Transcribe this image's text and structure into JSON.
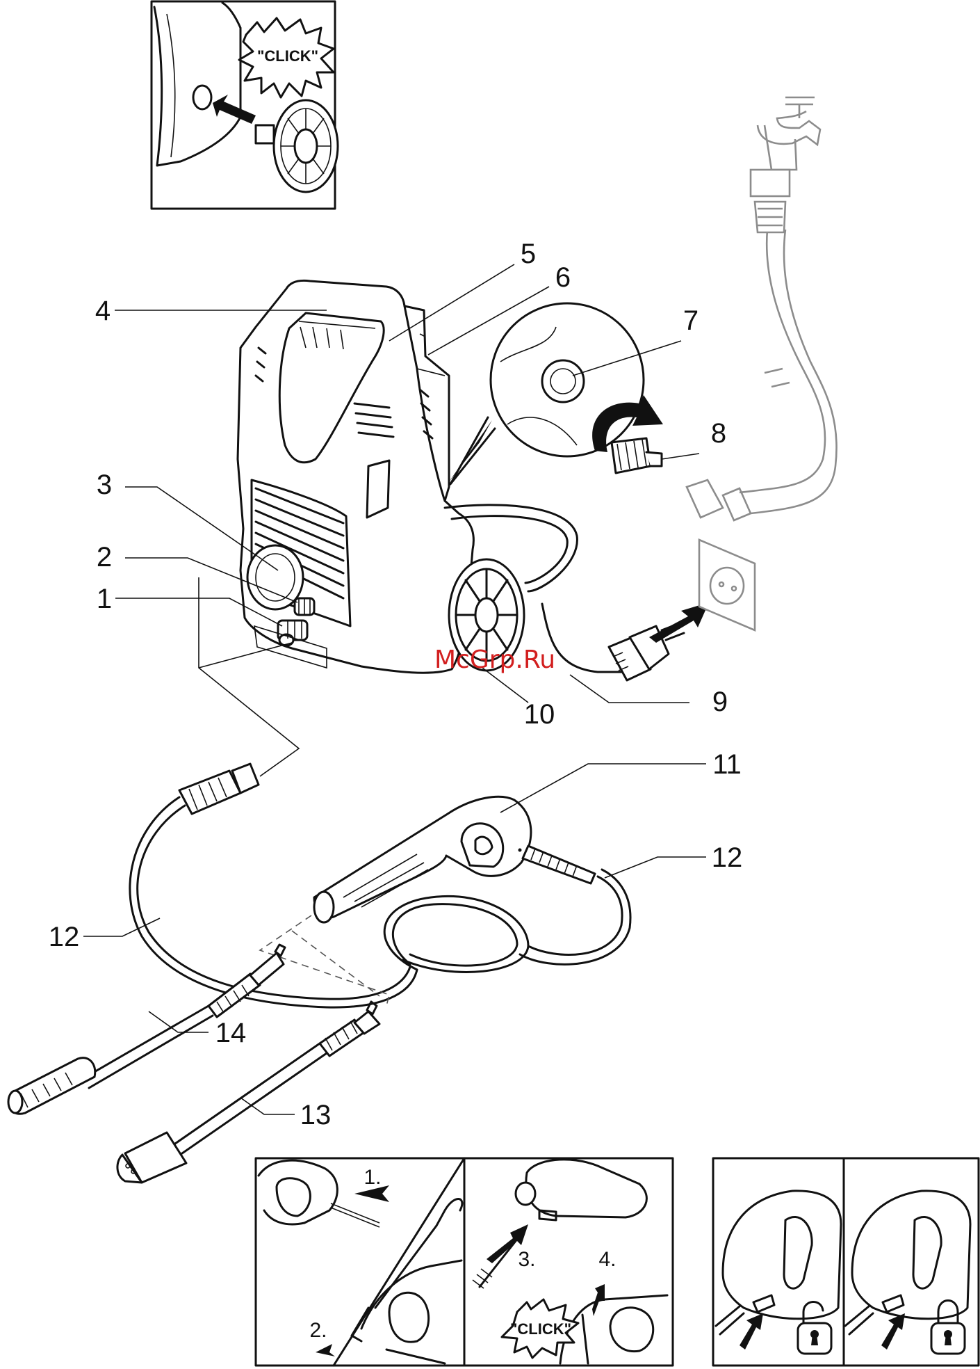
{
  "callouts": {
    "c1": "1",
    "c2": "2",
    "c3": "3",
    "c4": "4",
    "c5": "5",
    "c6": "6",
    "c7": "7",
    "c8": "8",
    "c9": "9",
    "c10": "10",
    "c11": "11",
    "c12a": "12",
    "c12b": "12",
    "c13": "13",
    "c14": "14"
  },
  "top_inset": {
    "click_label": "\"CLICK\""
  },
  "gun_steps": {
    "step1": "1.",
    "step2": "2.",
    "step3": "3.",
    "step4": "4.",
    "click_label": "\"CLICK\""
  },
  "watermark": "McGrp.Ru",
  "icons": {
    "unlocked": "padlock-open-icon",
    "locked": "padlock-closed-icon",
    "push_arrow": "arrow-icon",
    "rotate_arrow": "rotate-arrow-icon",
    "water_tap": "water-tap-icon",
    "wall_socket": "wall-socket-icon"
  },
  "colors": {
    "line": "#111111",
    "watermark": "#d21f1f",
    "hose_gray": "#8c8c8c"
  }
}
